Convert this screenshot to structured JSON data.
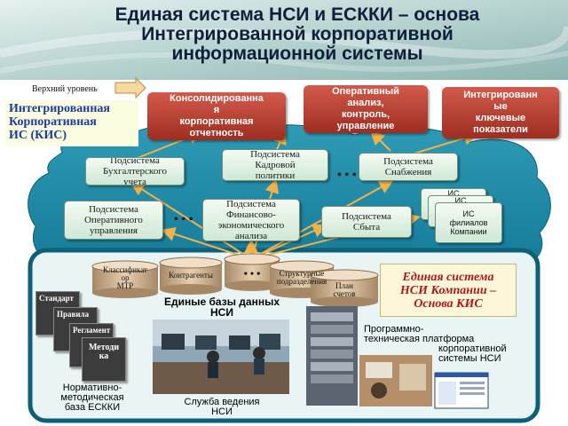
{
  "title": {
    "line1": "Единая система НСИ и ЕСККИ – основа",
    "line2": "Интегрированной корпоративной",
    "line3": "информационной системы"
  },
  "upper_level": "Верхний уровень",
  "kis_label": {
    "line1": "Интегрированная",
    "line2": "Корпоративная",
    "line3": "ИС (КИС)"
  },
  "top_boxes": [
    {
      "line1": "Консолидированна",
      "line2": "я",
      "line3": "корпоративная",
      "line4": "отчетность"
    },
    {
      "line1": "Оперативный",
      "line2": "анализ,",
      "line3": "контроль,",
      "line4": "управление"
    },
    {
      "line1": "Интегрированн",
      "line2": "ые",
      "line3": "ключевые",
      "line4": "показатели"
    }
  ],
  "subsystems": {
    "accounting": {
      "line1": "Подсистема",
      "line2": "Бухгалтерского",
      "line3": "учета"
    },
    "hr": {
      "line1": "Подсистема",
      "line2": "Кадровой",
      "line3": "политики"
    },
    "supply": {
      "line1": "Подсистема",
      "line2": "Снабжения"
    },
    "operational": {
      "line1": "Подсистема",
      "line2": "Оперативного",
      "line3": "управления"
    },
    "finance": {
      "line1": "Подсистема",
      "line2": "Финансово-",
      "line3": "экономического",
      "line4": "анализа"
    },
    "sales": {
      "line1": "Подсистема",
      "line2": "Сбыта"
    }
  },
  "branch_is": {
    "back1": "ИС",
    "back2": "ИС",
    "line1": "ИС",
    "line2": "филиалов",
    "line3": "Компании"
  },
  "dots": "• • •",
  "databases": {
    "classifiers": {
      "line1": "Классификат",
      "line2": "ор",
      "line3": "МТР"
    },
    "contractors": "Контрагенты",
    "dots": "• • •",
    "structural": {
      "line1": "Структурные",
      "line2": "подразделения"
    },
    "chart_of_accounts": {
      "line1": "План",
      "line2": "счетов"
    }
  },
  "nsi_label": {
    "line1": "Единая система",
    "line2": "НСИ Компании –",
    "line3": "Основа КИС"
  },
  "unified_db": {
    "line1": "Единые базы данных",
    "line2": "НСИ"
  },
  "doc_stack": [
    "Стандарт",
    "Правила",
    "Регламент",
    "Методи ка"
  ],
  "normative_base": {
    "line1": "Нормативно-",
    "line2": "методическая",
    "line3": "база ЕСККИ"
  },
  "service": {
    "line1": "Служба ведения",
    "line2": "НСИ"
  },
  "platform": {
    "line1": "Программно-",
    "line2": "техническая платформа",
    "line3": "корпоративной",
    "line4": "системы НСИ"
  }
}
